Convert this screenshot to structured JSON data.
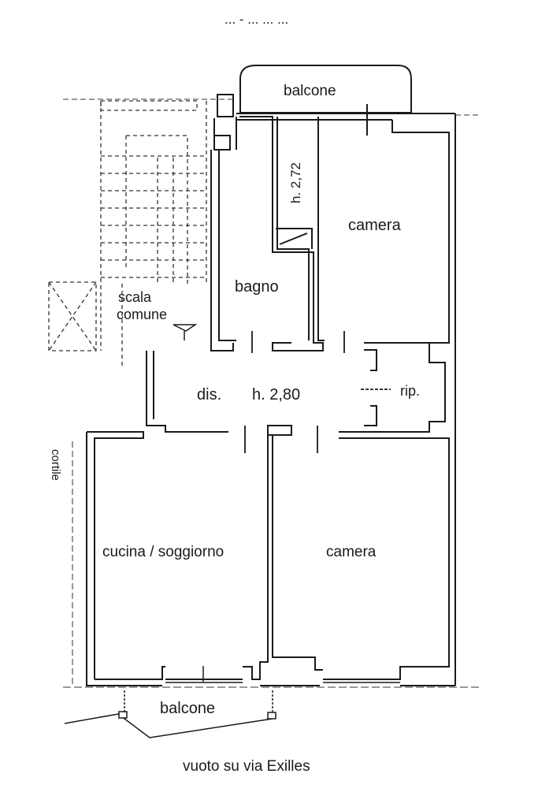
{
  "header_text": "... - ... ... ...",
  "rooms": {
    "balcone_top": "balcone",
    "camera_top": "camera",
    "bagno": "bagno",
    "bagno_height": "h. 2,72",
    "scala_comune_1": "scala",
    "scala_comune_2": "comune",
    "disimpegno": "dis.",
    "main_height": "h. 2,80",
    "ripostiglio": "rip.",
    "cucina_soggiorno": "cucina / soggiorno",
    "camera_bottom": "camera",
    "balcone_bottom": "balcone"
  },
  "side_text": "cortile",
  "footer_text": "vuoto su via Exilles",
  "colors": {
    "line": "#1a1a1a",
    "background": "#ffffff"
  }
}
